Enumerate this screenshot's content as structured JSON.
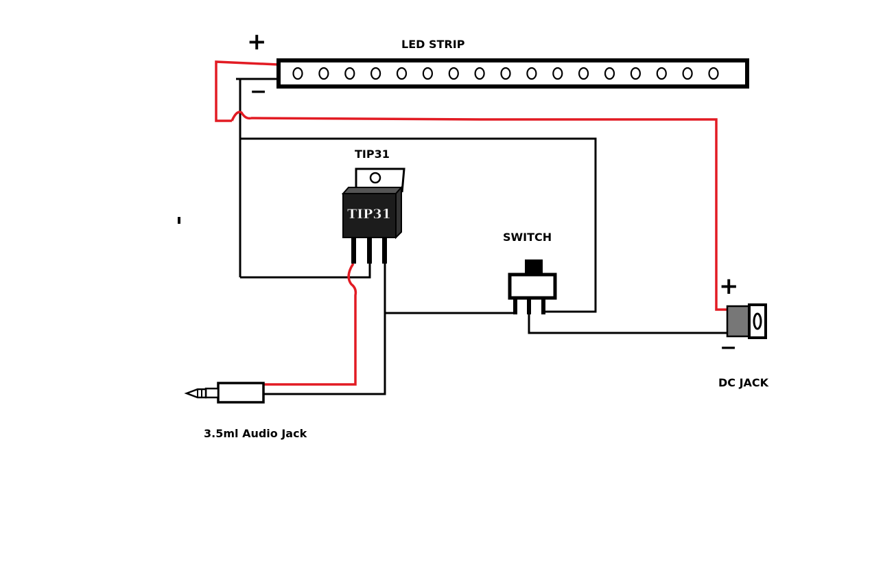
{
  "labels": {
    "led_strip": "LED STRIP",
    "tip31_top": "TIP31",
    "tip31_body": "TIP31",
    "switch": "SWITCH",
    "dc_jack": "DC JACK",
    "audio_jack": "3.5ml Audio Jack"
  },
  "polarity": {
    "led_plus": "+",
    "led_minus": "−",
    "dc_plus": "+",
    "dc_minus": "−"
  },
  "colors": {
    "positive_wire": "#e21b23",
    "ground_wire": "#000000",
    "chip_body": "#1c1c1c",
    "jack_body": "#777777"
  },
  "led_count": 17
}
